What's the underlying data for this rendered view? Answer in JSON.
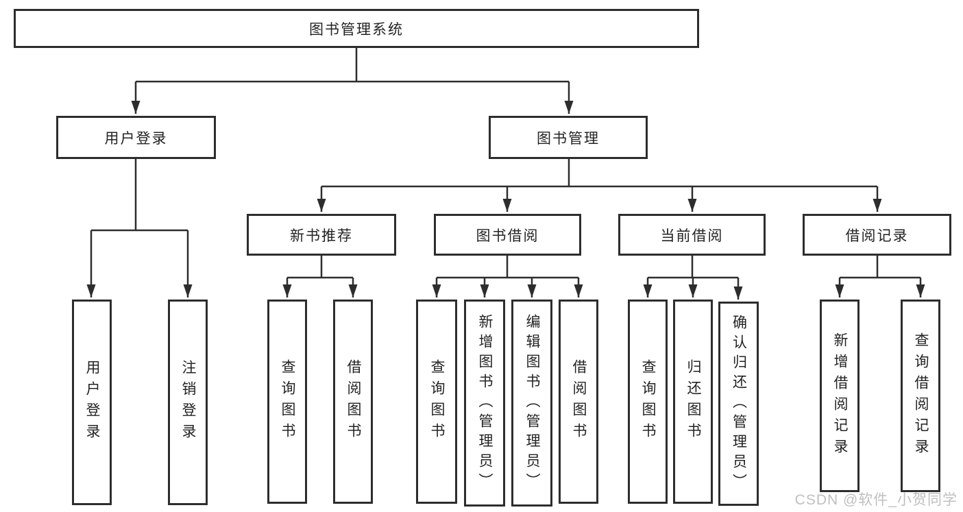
{
  "watermark": "CSDN @软件_小贺同学",
  "colors": {
    "line": "#2d2d2d",
    "text": "#232323",
    "background": "#ffffff",
    "watermark": "#b5b5b5"
  },
  "diagram": {
    "title": "图书管理系统",
    "root": {
      "label": "图书管理系统"
    },
    "branches": [
      {
        "label": "用户登录",
        "children": [
          {
            "label": "用户登录"
          },
          {
            "label": "注销登录"
          }
        ]
      },
      {
        "label": "图书管理",
        "children": [
          {
            "label": "新书推荐",
            "children": [
              {
                "label": "查询图书"
              },
              {
                "label": "借阅图书"
              }
            ]
          },
          {
            "label": "图书借阅",
            "children": [
              {
                "label": "查询图书"
              },
              {
                "label": "新增图书（管理员）"
              },
              {
                "label": "编辑图书（管理员）"
              },
              {
                "label": "借阅图书"
              }
            ]
          },
          {
            "label": "当前借阅",
            "children": [
              {
                "label": "查询图书"
              },
              {
                "label": "归还图书"
              },
              {
                "label": "确认归还（管理员）"
              }
            ]
          },
          {
            "label": "借阅记录",
            "children": [
              {
                "label": "新增借阅记录"
              },
              {
                "label": "查询借阅记录"
              }
            ]
          }
        ]
      }
    ]
  }
}
